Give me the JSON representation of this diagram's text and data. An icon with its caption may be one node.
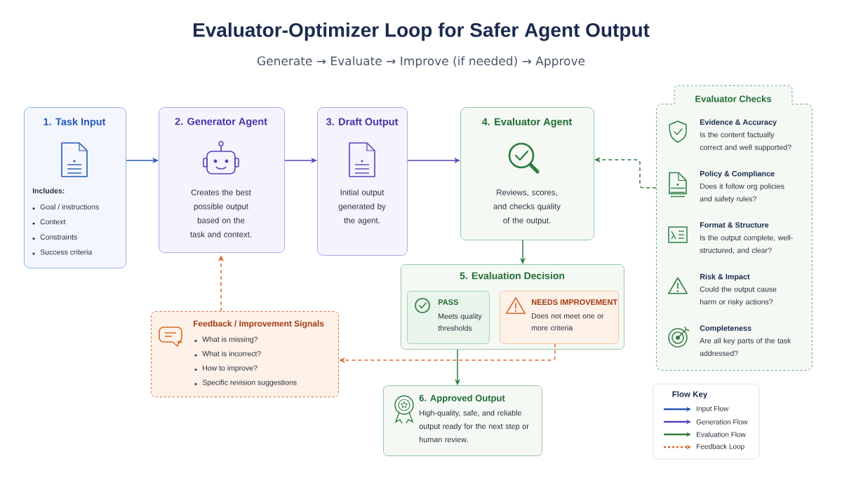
{
  "diagram": {
    "title": "Evaluator-Optimizer Loop for Safer Agent Output",
    "nodes": [
      {
        "text": [
          "1. Task Input",
          "Includes:",
          "Goal / instructions",
          "Context",
          "Constraints",
          "Success criteria"
        ]
      },
      {
        "text": [
          "2. Generator Agent",
          "Creates the best possible output based on the task and context."
        ]
      },
      {
        "text": [
          "3. Draft Output",
          "Initial output generated by the agent."
        ]
      },
      {
        "text": [
          "4. Evaluator Agent",
          "Reviews, scores, and checks quality of the output."
        ]
      },
      {
        "text": [
          "5. Evaluation Decision"
        ]
      },
      {
        "text": [
          "PASS",
          "Meets quality thresholds"
        ],
        "in": 4
      },
      {
        "text": [
          "NEEDS IMPROVEMENT",
          "Does not meet one or more criteria"
        ],
        "in": 4
      },
      {
        "text": [
          "Feedback / Improvement Signals",
          "What is missing?",
          "What is incorrect?",
          "How to improve?",
          "Specific revision suggestions"
        ]
      },
      {
        "text": [
          "6. Approved Output",
          "High-quality, safe, and reliable output ready for the next step or human review."
        ]
      },
      {
        "text": [
          "Evaluator Checks"
        ]
      },
      {
        "text": [
          "Evidence & Accuracy",
          "Is the content factually correct and well supported?"
        ],
        "in": 9
      },
      {
        "text": [
          "Policy & Compliance",
          "Does it follow org policies and safety rules?"
        ],
        "in": 9
      },
      {
        "text": [
          "Format & Structure",
          "Is the output complete, well-structured, and clear?"
        ],
        "in": 9
      },
      {
        "text": [
          "Risk & Impact",
          "Could the output cause harm or risky actions?"
        ],
        "in": 9
      },
      {
        "text": [
          "Completeness",
          "Are all key parts of the task addressed?"
        ],
        "in": 9
      }
    ],
    "edges": [
      {
        "from": 0,
        "to": 1,
        "arrow": "to",
        "color": "#2557b8"
      },
      {
        "from": 1,
        "to": 2,
        "arrow": "to",
        "color": "#5b3fb8"
      },
      {
        "from": 2,
        "to": 3,
        "arrow": "to",
        "color": "#5b3fb8"
      },
      {
        "from": 3,
        "to": 4,
        "arrow": "to",
        "color": "#2e7d3e"
      },
      {
        "from": 4,
        "to": 8,
        "arrow": "to",
        "color": "#2e7d3e"
      },
      {
        "from": 6,
        "to": 7,
        "arrow": "to",
        "style": "dashed",
        "color": "#d9692a"
      },
      {
        "from": 7,
        "to": 1,
        "arrow": "to",
        "style": "dashed",
        "color": "#d9692a"
      },
      {
        "from": 9,
        "to": 3,
        "arrow": "to",
        "style": "dashed",
        "color": "#2e7d3e"
      }
    ],
    "labels": [
      "Generate → Evaluate → Improve (if needed) → Approve",
      "Flow Key"
    ],
    "legend": [
      {
        "text": "Input Flow",
        "color": "#2557b8"
      },
      {
        "text": "Generation Flow",
        "color": "#5b3fb8"
      },
      {
        "text": "Evaluation Flow",
        "color": "#2e7d3e"
      },
      {
        "text": "Feedback Loop",
        "color": "#d9692a"
      }
    ]
  }
}
